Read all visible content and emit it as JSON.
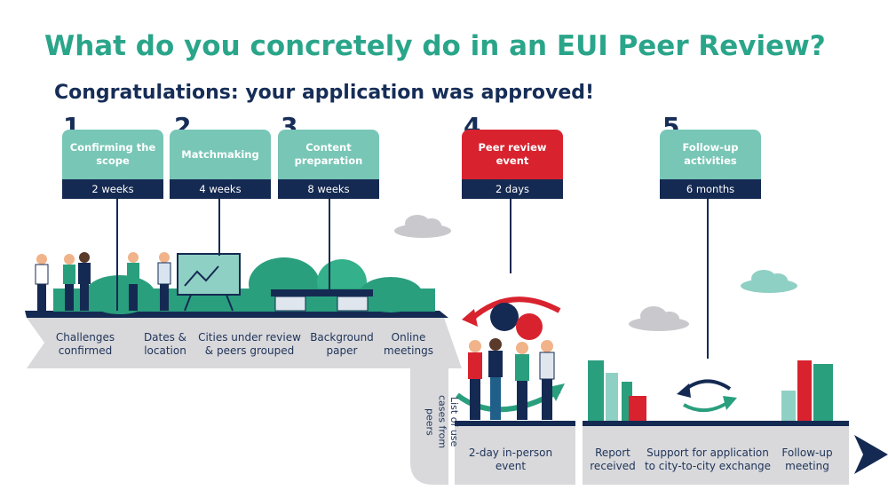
{
  "title": "What do you concretely do in an EUI Peer Review?",
  "subtitle": "Congratulations: your application was approved!",
  "steps": [
    {
      "number": "1",
      "title": "Confirming the scope",
      "duration": "2 weeks"
    },
    {
      "number": "2",
      "title": "Matchmaking",
      "duration": "4 weeks"
    },
    {
      "number": "3",
      "title": "Content preparation",
      "duration": "8 weeks"
    },
    {
      "number": "4",
      "title": "Peer review event",
      "duration": "2 days"
    },
    {
      "number": "5",
      "title": "Follow-up activities",
      "duration": "6 months"
    }
  ],
  "road_labels": {
    "challenges": "Challenges confirmed",
    "dates": "Dates & location",
    "cities": "Cities under review & peers grouped",
    "background": "Background paper",
    "online": "Online meetings",
    "use_cases": "List of use cases from peers",
    "inperson": "2-day in-person event",
    "report": "Report received",
    "support": "Support for application to city-to-city exchange",
    "followup": "Follow-up meeting"
  },
  "colors": {
    "title": "#2aa58a",
    "navy": "#162d57",
    "teal_card": "#77c6b6",
    "red_card": "#d8232f",
    "road": "#d9d9dc"
  }
}
